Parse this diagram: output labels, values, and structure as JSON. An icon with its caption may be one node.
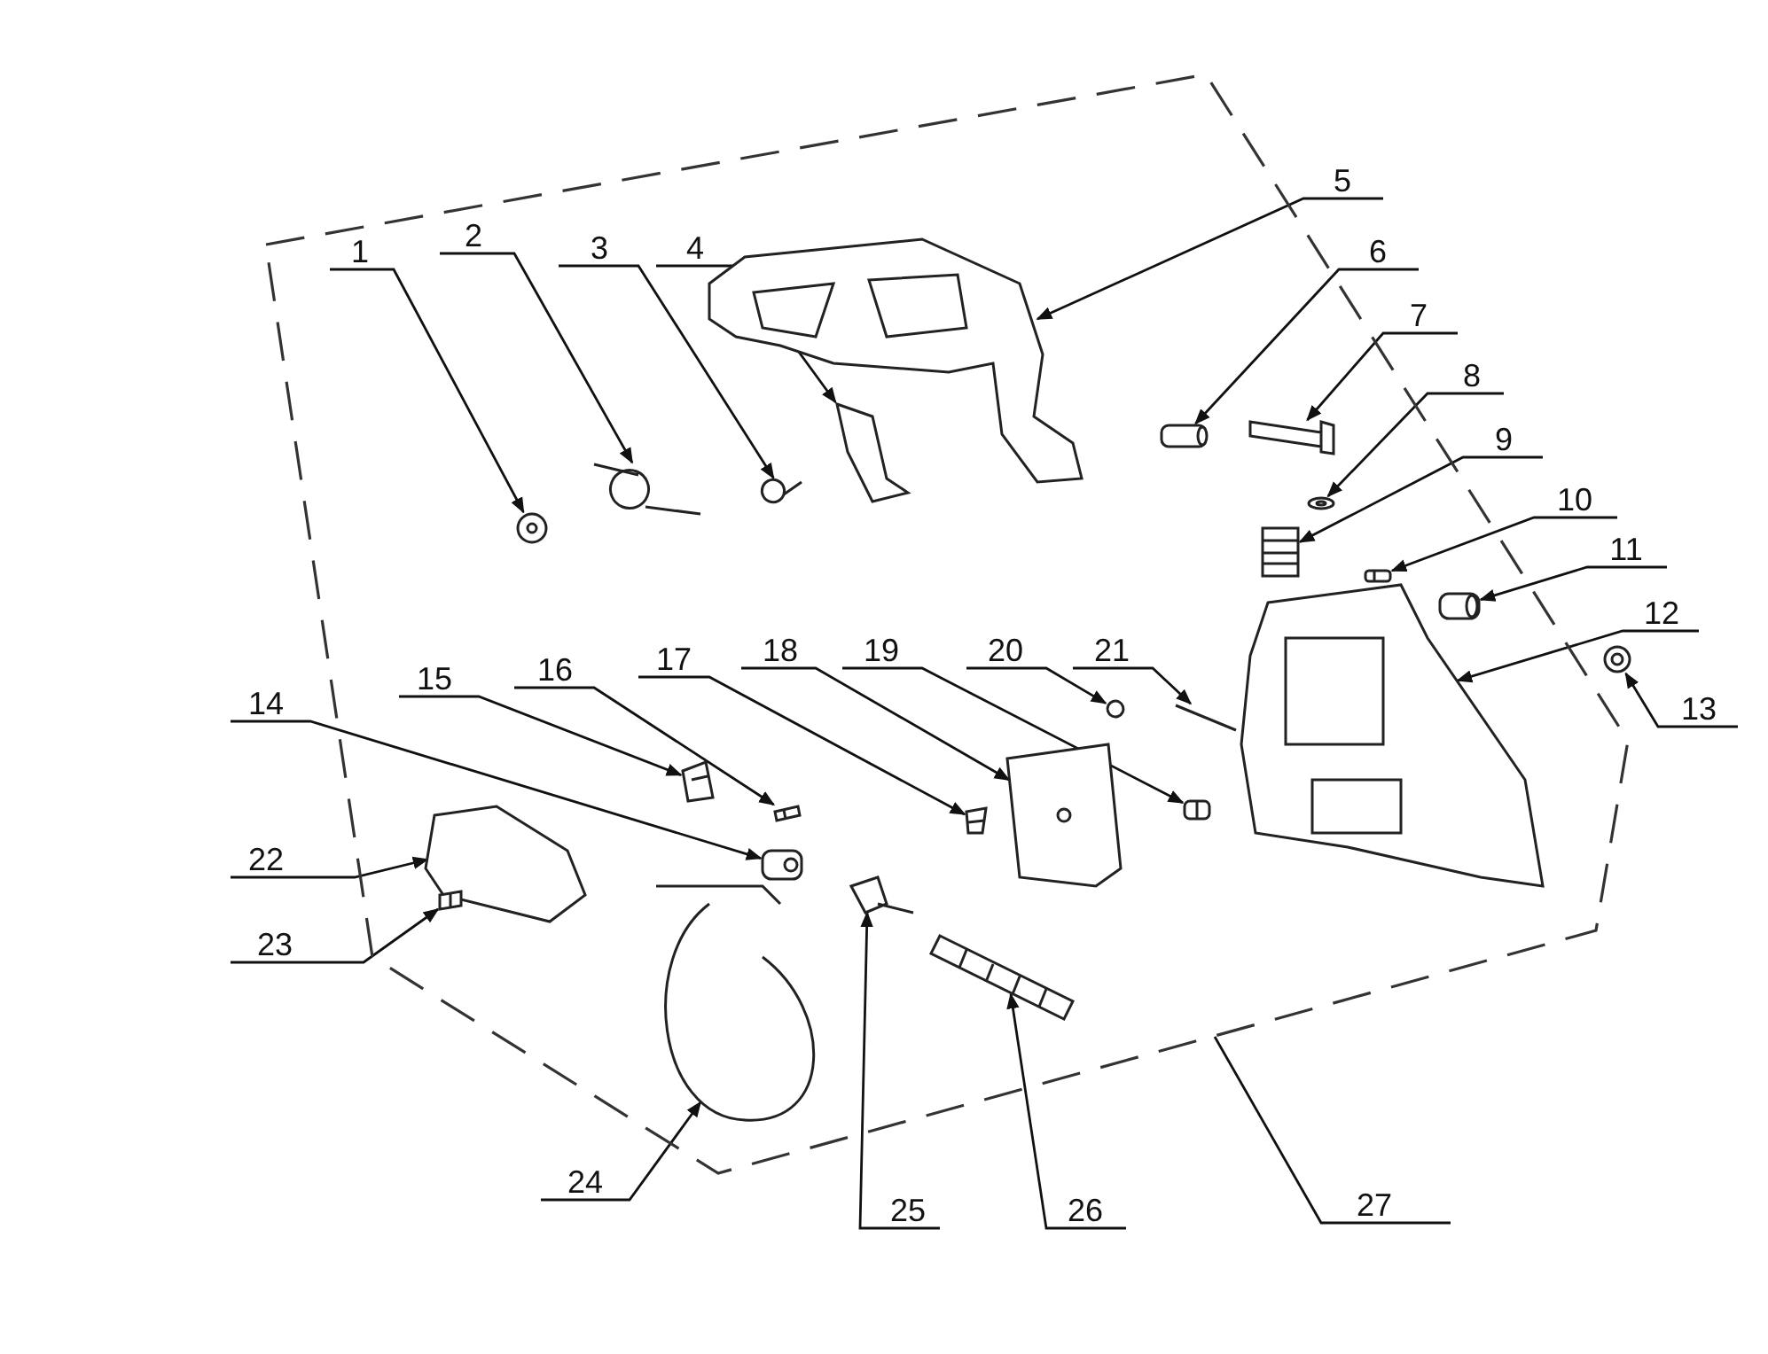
{
  "diagram": {
    "nodes": [
      {
        "text": [],
        "shape": "box"
      },
      {
        "text": [
          "1"
        ],
        "in": 0
      },
      {
        "text": [
          "2"
        ],
        "in": 0
      },
      {
        "text": [
          "3"
        ],
        "in": 0
      },
      {
        "text": [
          "4"
        ],
        "in": 0
      },
      {
        "text": [
          "5"
        ]
      },
      {
        "text": [
          "6"
        ]
      },
      {
        "text": [
          "7"
        ]
      },
      {
        "text": [
          "8"
        ]
      },
      {
        "text": [
          "9"
        ]
      },
      {
        "text": [
          "10"
        ]
      },
      {
        "text": [
          "11"
        ]
      },
      {
        "text": [
          "12"
        ]
      },
      {
        "text": [
          "13"
        ]
      },
      {
        "text": [
          "14"
        ]
      },
      {
        "text": [
          "15"
        ],
        "in": 0
      },
      {
        "text": [
          "16"
        ],
        "in": 0
      },
      {
        "text": [
          "17"
        ],
        "in": 0
      },
      {
        "text": [
          "18"
        ],
        "in": 0
      },
      {
        "text": [
          "19"
        ],
        "in": 0
      },
      {
        "text": [
          "20"
        ],
        "in": 0
      },
      {
        "text": [
          "21"
        ],
        "in": 0
      },
      {
        "text": [
          "22"
        ]
      },
      {
        "text": [
          "23"
        ]
      },
      {
        "text": [
          "24"
        ]
      },
      {
        "text": [
          "25"
        ]
      },
      {
        "text": [
          "26"
        ]
      },
      {
        "text": [
          "27"
        ]
      },
      {
        "text": [],
        "shape": "picture",
        "in": 0
      },
      {
        "text": [],
        "shape": "picture",
        "in": 0
      },
      {
        "text": [],
        "shape": "picture",
        "in": 0
      },
      {
        "text": [],
        "shape": "picture",
        "in": 0
      },
      {
        "text": [],
        "shape": "picture",
        "in": 0
      },
      {
        "text": [],
        "shape": "picture",
        "in": 0
      },
      {
        "text": [],
        "shape": "picture",
        "in": 0
      },
      {
        "text": [],
        "shape": "picture",
        "in": 0
      },
      {
        "text": [],
        "shape": "picture",
        "in": 0
      },
      {
        "text": [],
        "shape": "picture",
        "in": 0
      },
      {
        "text": [],
        "shape": "picture",
        "in": 0
      },
      {
        "text": [],
        "shape": "picture",
        "in": 0
      },
      {
        "text": [],
        "shape": "picture",
        "in": 0
      },
      {
        "text": [],
        "shape": "picture",
        "in": 0
      },
      {
        "text": [],
        "shape": "picture",
        "in": 0
      },
      {
        "text": [],
        "shape": "picture",
        "in": 0
      },
      {
        "text": [],
        "shape": "picture",
        "in": 0
      },
      {
        "text": [],
        "shape": "picture",
        "in": 0
      },
      {
        "text": [],
        "shape": "picture",
        "in": 0
      },
      {
        "text": [],
        "shape": "picture",
        "in": 0
      },
      {
        "text": [],
        "shape": "picture",
        "in": 0
      },
      {
        "text": [],
        "shape": "picture",
        "in": 0
      },
      {
        "text": [],
        "shape": "picture",
        "in": 0
      },
      {
        "text": [],
        "shape": "picture",
        "in": 0
      },
      {
        "text": [],
        "shape": "picture",
        "in": 0
      },
      {
        "text": [],
        "shape": "picture",
        "in": 0
      }
    ],
    "edges": [
      {
        "from": 1,
        "to": 28,
        "arrow": "to"
      },
      {
        "from": 2,
        "to": 29,
        "arrow": "to"
      },
      {
        "from": 3,
        "to": 30,
        "arrow": "to"
      },
      {
        "from": 4,
        "to": 31,
        "arrow": "to"
      },
      {
        "from": 5,
        "to": 32,
        "arrow": "to"
      },
      {
        "from": 6,
        "to": 33,
        "arrow": "to"
      },
      {
        "from": 7,
        "to": 34,
        "arrow": "to"
      },
      {
        "from": 8,
        "to": 35,
        "arrow": "to"
      },
      {
        "from": 9,
        "to": 36,
        "arrow": "to"
      },
      {
        "from": 10,
        "to": 37,
        "arrow": "to"
      },
      {
        "from": 11,
        "to": 38,
        "arrow": "to"
      },
      {
        "from": 12,
        "to": 39,
        "arrow": "to"
      },
      {
        "from": 13,
        "to": 40,
        "arrow": "to"
      },
      {
        "from": 14,
        "to": 41,
        "arrow": "to"
      },
      {
        "from": 15,
        "to": 42,
        "arrow": "to"
      },
      {
        "from": 16,
        "to": 43,
        "arrow": "to"
      },
      {
        "from": 17,
        "to": 44,
        "arrow": "to"
      },
      {
        "from": 18,
        "to": 45,
        "arrow": "to"
      },
      {
        "from": 19,
        "to": 46,
        "arrow": "to"
      },
      {
        "from": 20,
        "to": 47,
        "arrow": "to"
      },
      {
        "from": 21,
        "to": 48,
        "arrow": "to"
      },
      {
        "from": 22,
        "to": 49,
        "arrow": "to"
      },
      {
        "from": 23,
        "to": 50,
        "arrow": "to"
      },
      {
        "from": 24,
        "to": 51,
        "arrow": "to"
      },
      {
        "from": 25,
        "to": 52,
        "arrow": "to"
      },
      {
        "from": 26,
        "to": 53,
        "arrow": "to"
      },
      {
        "from": 27,
        "to": 0,
        "arrow": "none"
      }
    ]
  }
}
